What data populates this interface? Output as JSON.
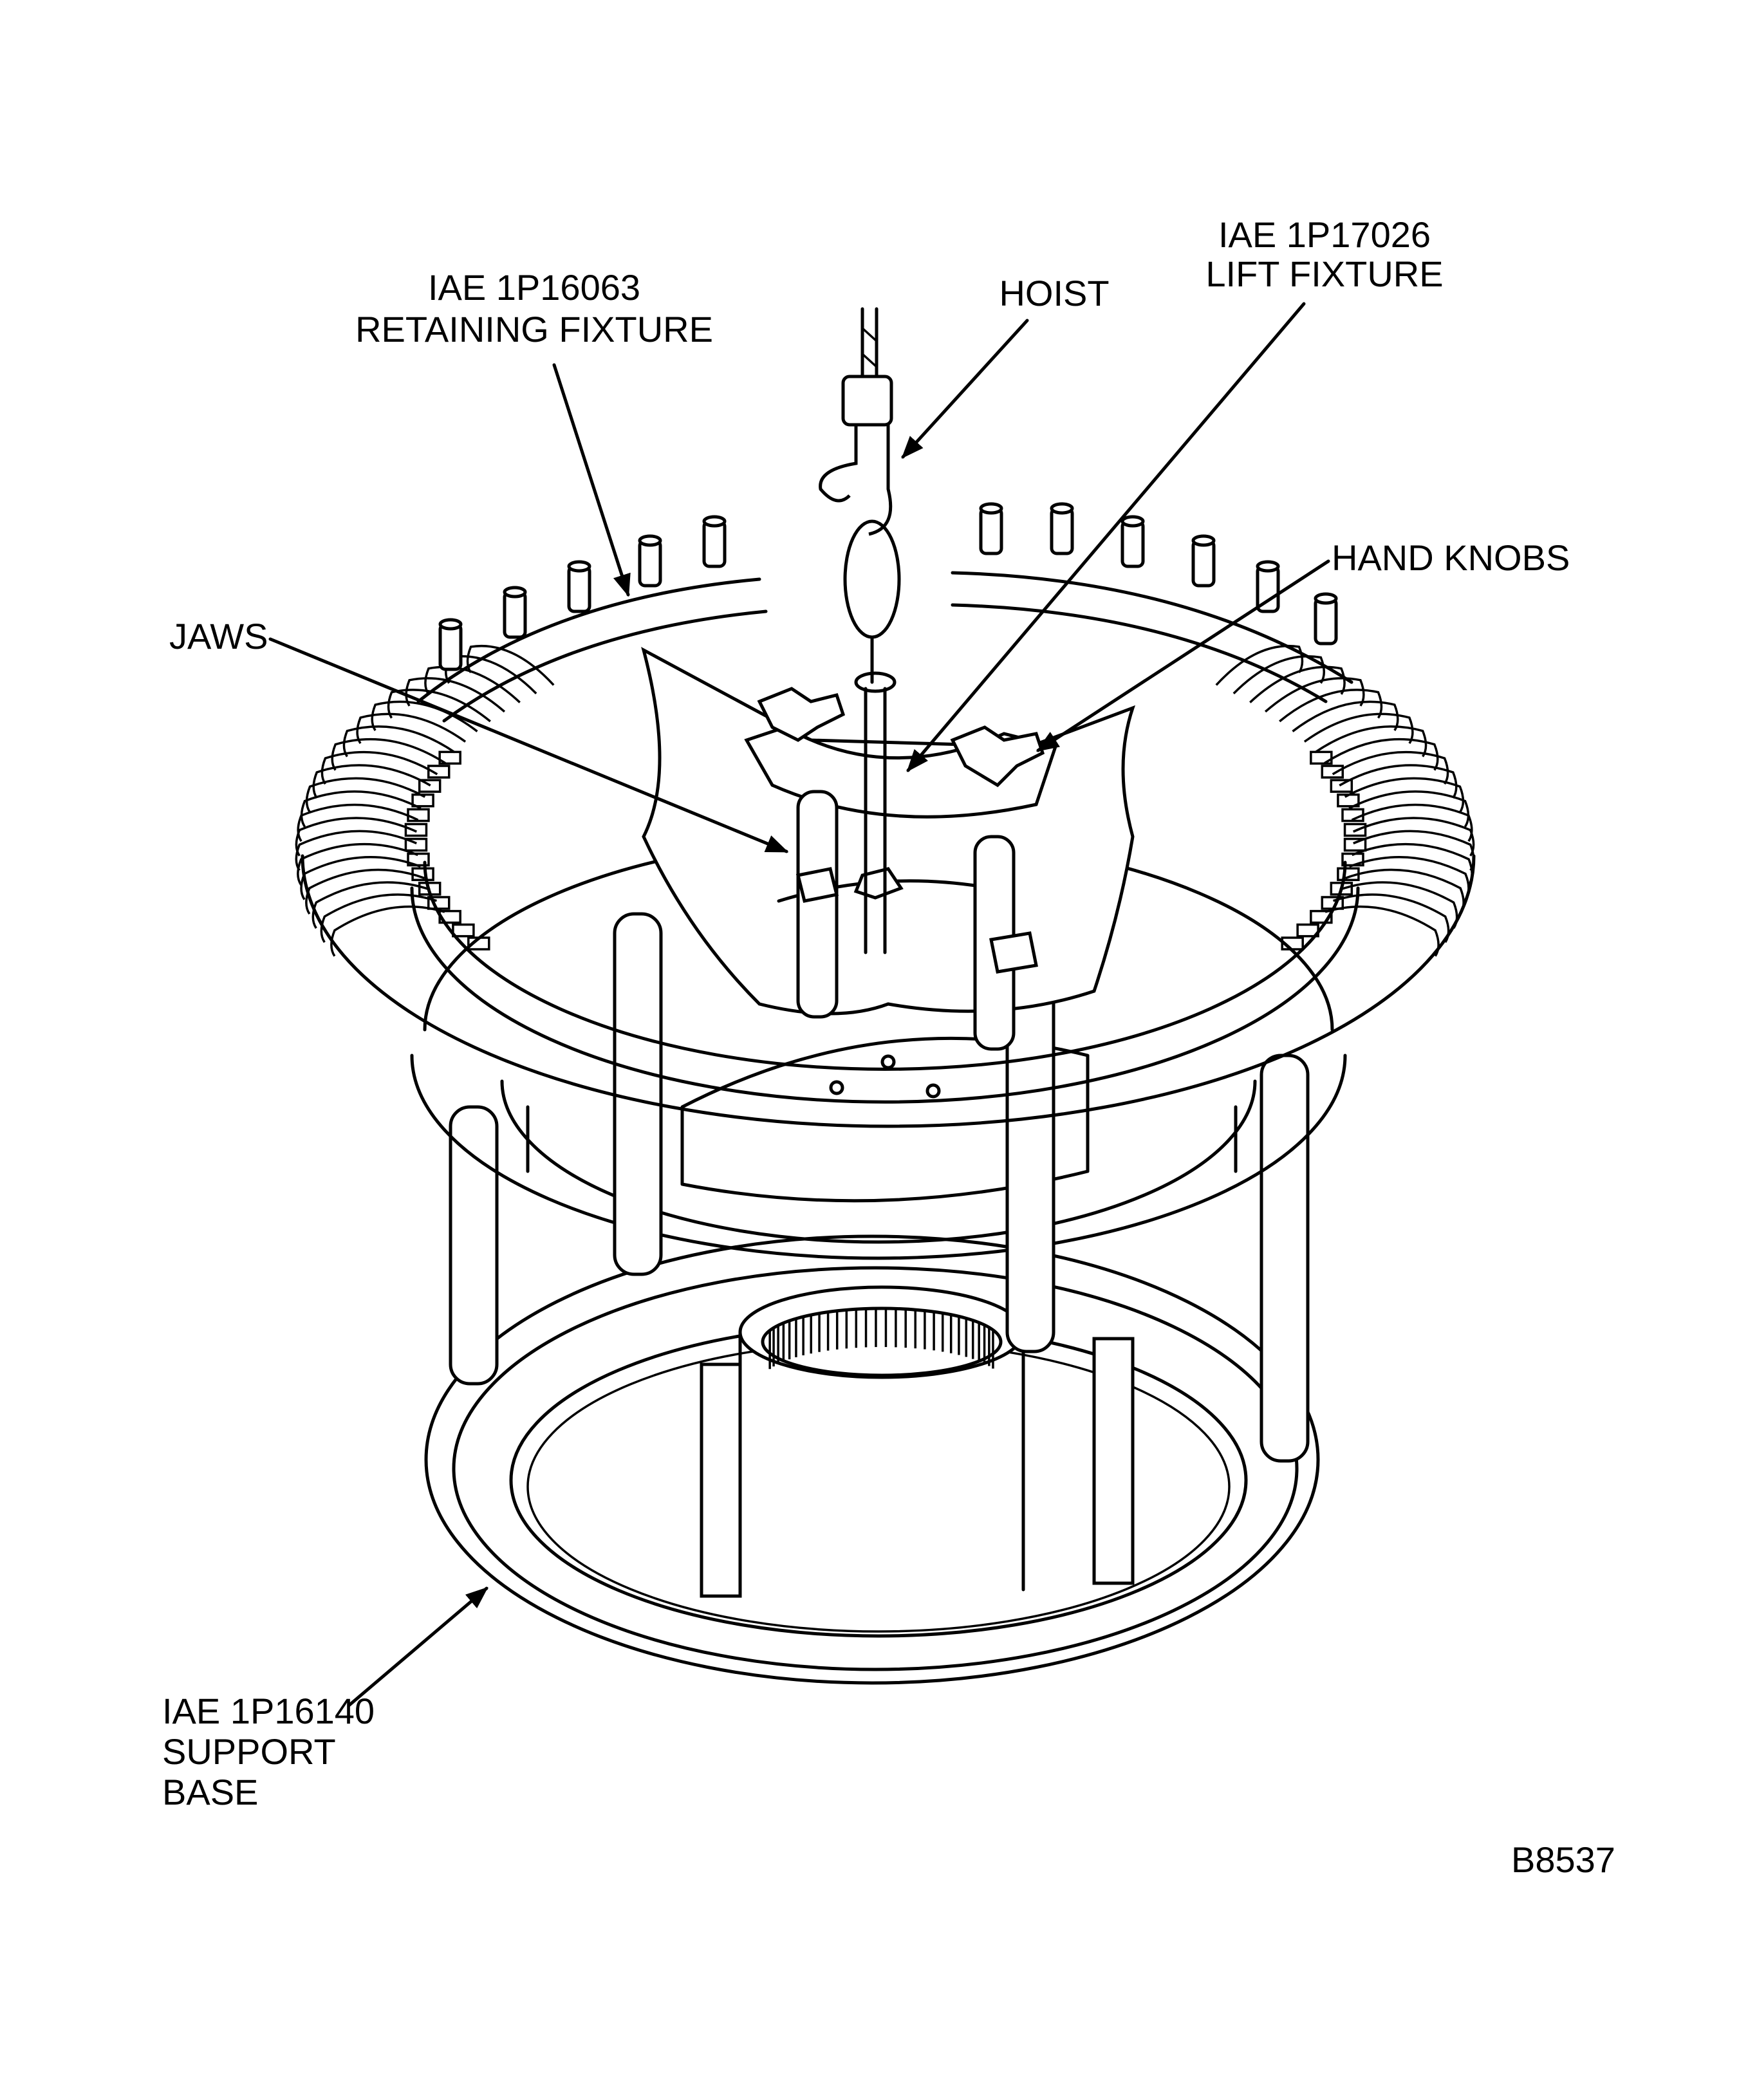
{
  "figure_id": "B8537",
  "labels": {
    "retaining_fixture": {
      "part": "IAE 1P16063",
      "name": "RETAINING FIXTURE"
    },
    "hoist": "HOIST",
    "lift_fixture": {
      "part": "IAE 1P17026",
      "name": "LIFT FIXTURE"
    },
    "hand_knobs": "HAND KNOBS",
    "jaws": "JAWS",
    "support_base": {
      "part": "IAE 1P16140",
      "line1": "SUPPORT",
      "line2": "BASE"
    }
  },
  "colors": {
    "ink": "#000000",
    "paper": "#ffffff"
  }
}
